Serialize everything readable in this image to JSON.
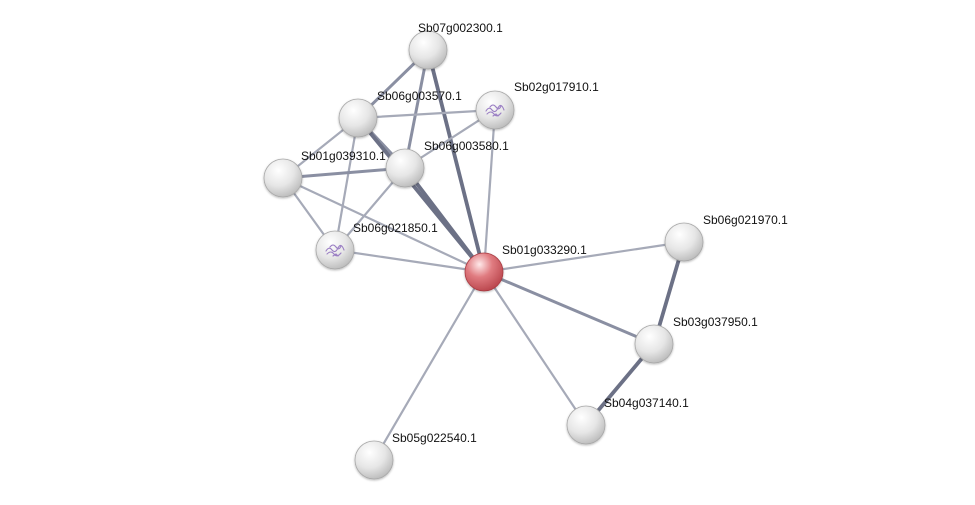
{
  "network": {
    "center_node": "Sb01g033290.1",
    "nodes": [
      {
        "id": "Sb07g002300.1",
        "label": "Sb07g002300.1",
        "kind": "plain"
      },
      {
        "id": "Sb06g003570.1",
        "label": "Sb06g003570.1",
        "kind": "plain"
      },
      {
        "id": "Sb02g017910.1",
        "label": "Sb02g017910.1",
        "kind": "structure"
      },
      {
        "id": "Sb06g003580.1",
        "label": "Sb06g003580.1",
        "kind": "plain"
      },
      {
        "id": "Sb01g039310.1",
        "label": "Sb01g039310.1",
        "kind": "plain"
      },
      {
        "id": "Sb06g021850.1",
        "label": "Sb06g021850.1",
        "kind": "structure"
      },
      {
        "id": "Sb01g033290.1",
        "label": "Sb01g033290.1",
        "kind": "query"
      },
      {
        "id": "Sb06g021970.1",
        "label": "Sb06g021970.1",
        "kind": "plain"
      },
      {
        "id": "Sb03g037950.1",
        "label": "Sb03g037950.1",
        "kind": "plain"
      },
      {
        "id": "Sb04g037140.1",
        "label": "Sb04g037140.1",
        "kind": "plain"
      },
      {
        "id": "Sb05g022540.1",
        "label": "Sb05g022540.1",
        "kind": "plain"
      }
    ],
    "edges": [
      {
        "source": "Sb07g002300.1",
        "target": "Sb06g003570.1",
        "strength": "medium"
      },
      {
        "source": "Sb07g002300.1",
        "target": "Sb06g003580.1",
        "strength": "medium"
      },
      {
        "source": "Sb07g002300.1",
        "target": "Sb01g033290.1",
        "strength": "strong"
      },
      {
        "source": "Sb06g003570.1",
        "target": "Sb02g017910.1",
        "strength": "weak"
      },
      {
        "source": "Sb06g003570.1",
        "target": "Sb06g003580.1",
        "strength": "medium"
      },
      {
        "source": "Sb06g003570.1",
        "target": "Sb01g039310.1",
        "strength": "weak"
      },
      {
        "source": "Sb06g003570.1",
        "target": "Sb06g021850.1",
        "strength": "weak"
      },
      {
        "source": "Sb06g003570.1",
        "target": "Sb01g033290.1",
        "strength": "strong"
      },
      {
        "source": "Sb02g017910.1",
        "target": "Sb06g003580.1",
        "strength": "weak"
      },
      {
        "source": "Sb02g017910.1",
        "target": "Sb01g033290.1",
        "strength": "weak"
      },
      {
        "source": "Sb06g003580.1",
        "target": "Sb01g039310.1",
        "strength": "medium"
      },
      {
        "source": "Sb06g003580.1",
        "target": "Sb06g021850.1",
        "strength": "weak"
      },
      {
        "source": "Sb06g003580.1",
        "target": "Sb01g033290.1",
        "strength": "strong"
      },
      {
        "source": "Sb01g039310.1",
        "target": "Sb06g021850.1",
        "strength": "weak"
      },
      {
        "source": "Sb01g039310.1",
        "target": "Sb01g033290.1",
        "strength": "weak"
      },
      {
        "source": "Sb06g021850.1",
        "target": "Sb01g033290.1",
        "strength": "weak"
      },
      {
        "source": "Sb01g033290.1",
        "target": "Sb06g021970.1",
        "strength": "weak"
      },
      {
        "source": "Sb01g033290.1",
        "target": "Sb03g037950.1",
        "strength": "medium"
      },
      {
        "source": "Sb01g033290.1",
        "target": "Sb04g037140.1",
        "strength": "weak"
      },
      {
        "source": "Sb01g033290.1",
        "target": "Sb05g022540.1",
        "strength": "weak"
      },
      {
        "source": "Sb06g021970.1",
        "target": "Sb03g037950.1",
        "strength": "strong"
      },
      {
        "source": "Sb03g037950.1",
        "target": "Sb04g037140.1",
        "strength": "strong"
      }
    ]
  },
  "colors": {
    "edge_weak": "#a6aab8",
    "edge_medium": "#8a8fa2",
    "edge_strong": "#6c7186",
    "node_plain": "#e2e2e2",
    "node_query": "#d4575e",
    "structure_glyph": "#9b7fc4",
    "label_text": "#111111"
  }
}
